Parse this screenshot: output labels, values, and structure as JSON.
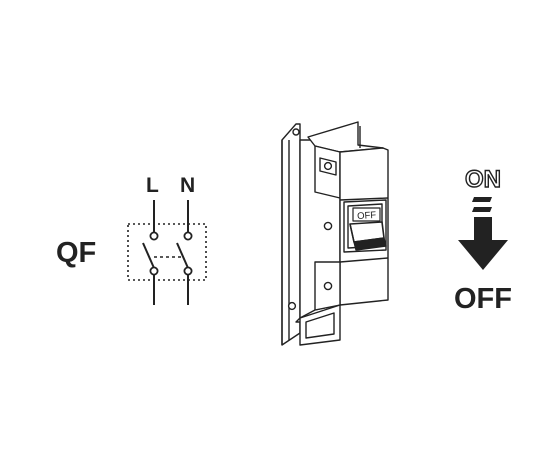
{
  "schematic": {
    "device_label": "QF",
    "terminal_line": "L",
    "terminal_neutral": "N"
  },
  "breaker": {
    "switch_label": "OFF"
  },
  "indicator": {
    "on_label": "ON",
    "off_label": "OFF",
    "arrow_icon": "down-arrow-icon"
  },
  "colors": {
    "ink": "#222222",
    "background": "#ffffff"
  }
}
